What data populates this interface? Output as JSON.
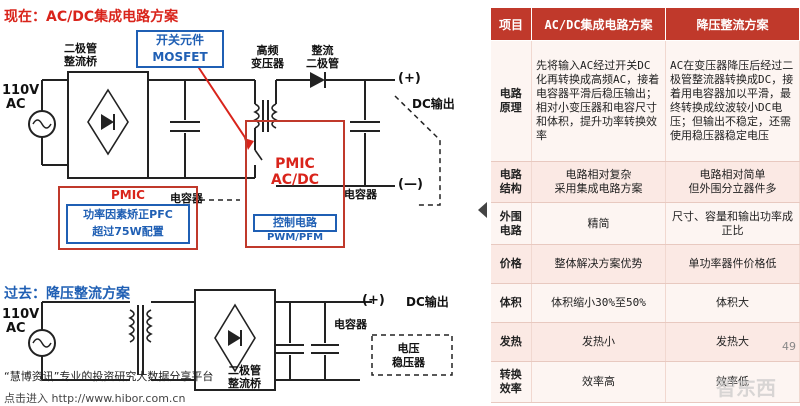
{
  "top_section": {
    "title": "现在：AC/DC集成电路方案",
    "switch_box": {
      "line1": "开关元件",
      "line2": "MOSFET"
    },
    "labels": {
      "input_v": "110V",
      "input_ac": "AC",
      "bridge": "二极管\n整流桥",
      "transformer": "高频\n变压器",
      "diode": "整流\n二极管",
      "plus": "(+)",
      "minus": "(—)",
      "dc_out": "DC输出",
      "cap1": "电容器",
      "cap2": "电容器"
    },
    "pmic_left": {
      "title": "PMIC",
      "line1": "功率因素矫正PFC",
      "line2": "超过75W配置"
    },
    "pmic_right": {
      "title": "PMIC",
      "sub": "AC/DC",
      "ctrl": "控制电路",
      "mode": "PWM/PFM"
    }
  },
  "bottom_section": {
    "title": "过去：降压整流方案",
    "labels": {
      "input_v": "110V",
      "input_ac": "AC",
      "plus": "(+)",
      "dc_out": "DC输出",
      "cap": "电容器",
      "regulator": "电压\n稳压器",
      "bridge": "二极管\n整流桥"
    }
  },
  "footer": {
    "text": "“慧博资讯”专业的投资研究大数据分享平台",
    "url": "点击进入 http://www.hibor.com.cn"
  },
  "watermark": "智东西",
  "page_number": "49",
  "table": {
    "headers": [
      "项目",
      "AC/DC集成电路方案",
      "降压整流方案"
    ],
    "rows": [
      {
        "item": "电路\n原理",
        "a": "先将输入AC经过开关DC化再转换成高频AC，接着电容器平滑后稳压输出；相对小变压器和电容尺寸和体积，提升功率转换效率",
        "b": "AC在变压器降压后经过二极管整流器转换成DC，接着用电容器加以平滑，最终转换成纹波较小DC电压；但输出不稳定，还需使用稳压器稳定电压"
      },
      {
        "item": "电路\n结构",
        "a": "电路相对复杂\n采用集成电路方案",
        "b": "电路相对简单\n但外围分立器件多"
      },
      {
        "item": "外围\n电路",
        "a": "精简",
        "b": "尺寸、容量和输出功率成正比"
      },
      {
        "item": "价格",
        "a": "整体解决方案优势",
        "b": "单功率器件价格低"
      },
      {
        "item": "体积",
        "a": "体积缩小30%至50%",
        "b": "体积大"
      },
      {
        "item": "发热",
        "a": "发热小",
        "b": "发热大"
      },
      {
        "item": "转换\n效率",
        "a": "效率高",
        "b": "效率低"
      }
    ]
  }
}
